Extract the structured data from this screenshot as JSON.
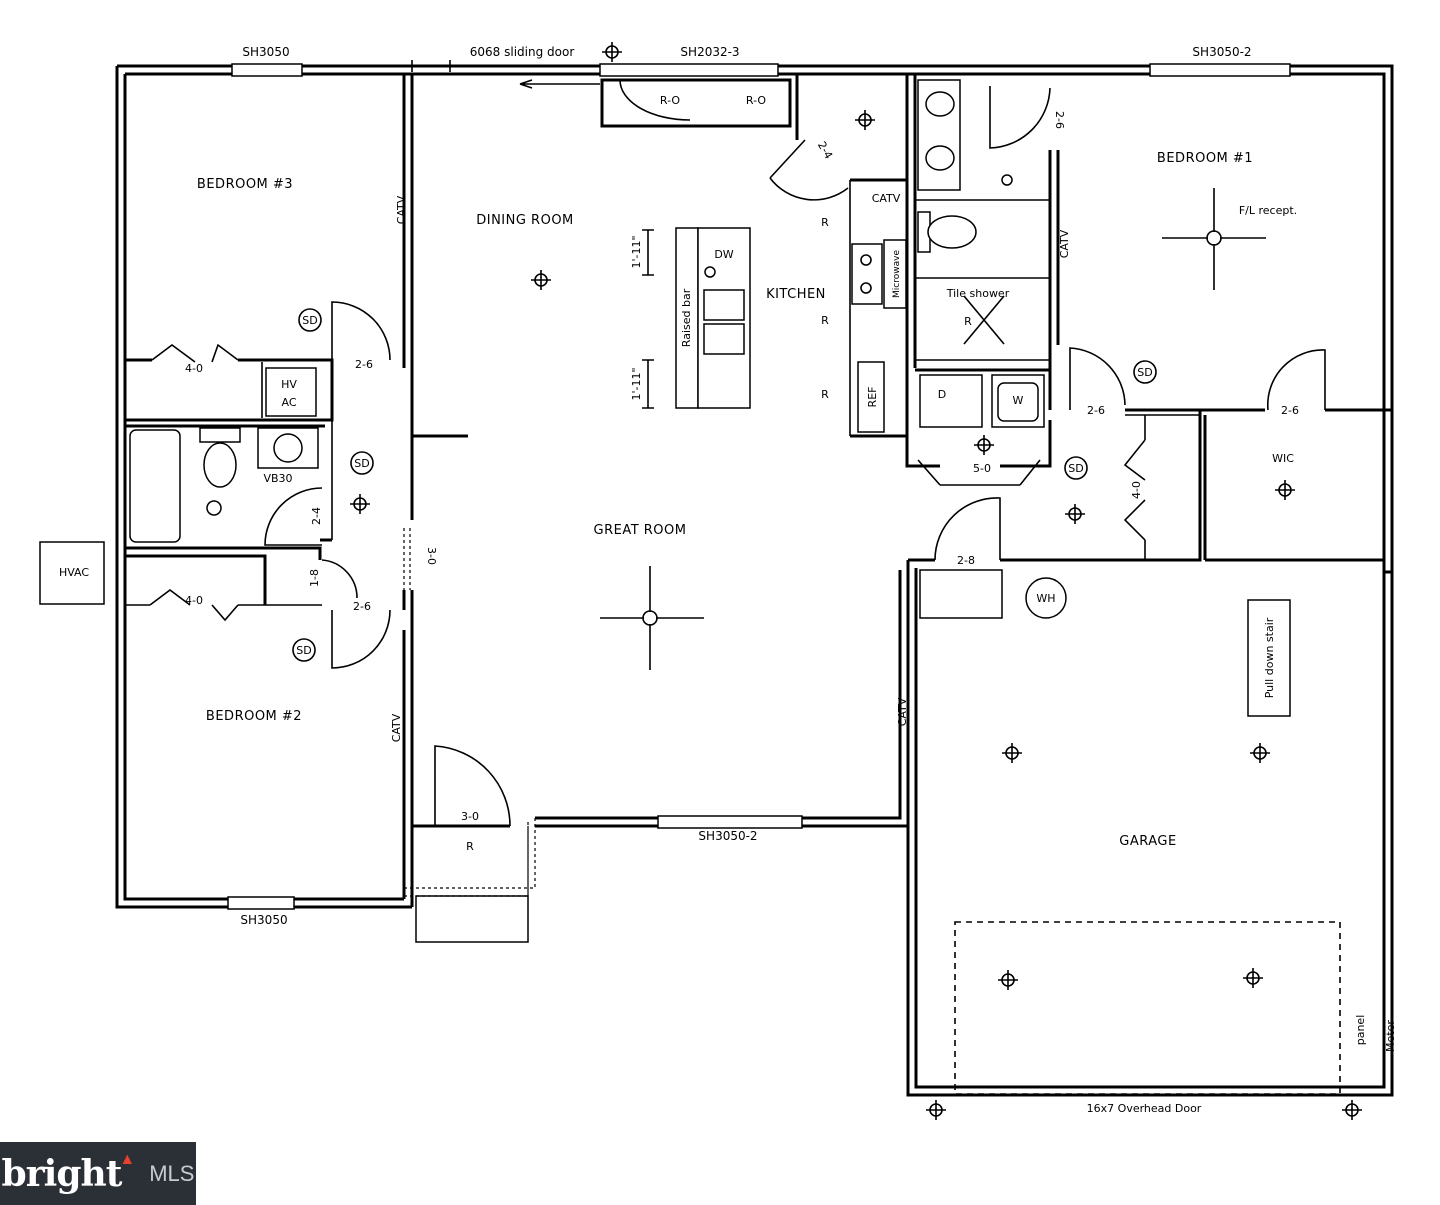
{
  "rooms": {
    "bedroom3": "BEDROOM #3",
    "bedroom2": "BEDROOM #2",
    "bedroom1": "BEDROOM #1",
    "dining": "DINING ROOM",
    "great": "GREAT ROOM",
    "kitchen": "KITCHEN",
    "garage": "GARAGE",
    "wic": "WIC"
  },
  "windows": {
    "top_left": "SH3050",
    "sliding": "6068 sliding door",
    "top_mid": "SH2032-3",
    "top_right": "SH3050-2",
    "bottom_left": "SH3050",
    "bottom_mid": "SH3050-2"
  },
  "labels": {
    "catv": "CATV",
    "sd": "SD",
    "r": "R",
    "ro": "R-O",
    "hvac": "HVAC",
    "hv": "HV",
    "ac": "AC",
    "vb30": "VB30",
    "dw": "DW",
    "raised_bar": "Raised bar",
    "dim_1_11": "1'-11\"",
    "ref": "REF",
    "microwave": "Microwave",
    "fl_recept": "F/L recept.",
    "tile_shower": "Tile shower",
    "dryer": "D",
    "washer": "W",
    "wh": "WH",
    "pull_down_stair": "Pull down stair",
    "overhead_door": "16x7 Overhead Door",
    "panel": "panel",
    "meter": "Meter",
    "door_4_0": "4-0",
    "door_2_6": "2-6",
    "door_2_4": "2-4",
    "door_1_8": "1-8",
    "door_3_0": "3-0",
    "door_5_0": "5-0",
    "door_2_8": "2-8"
  },
  "logo": {
    "brand": "bright",
    "suffix": "MLS"
  },
  "colors": {
    "line": "#000000",
    "background": "#ffffff",
    "logo_bg": "#2b2f36",
    "logo_accent": "#e8412c"
  }
}
